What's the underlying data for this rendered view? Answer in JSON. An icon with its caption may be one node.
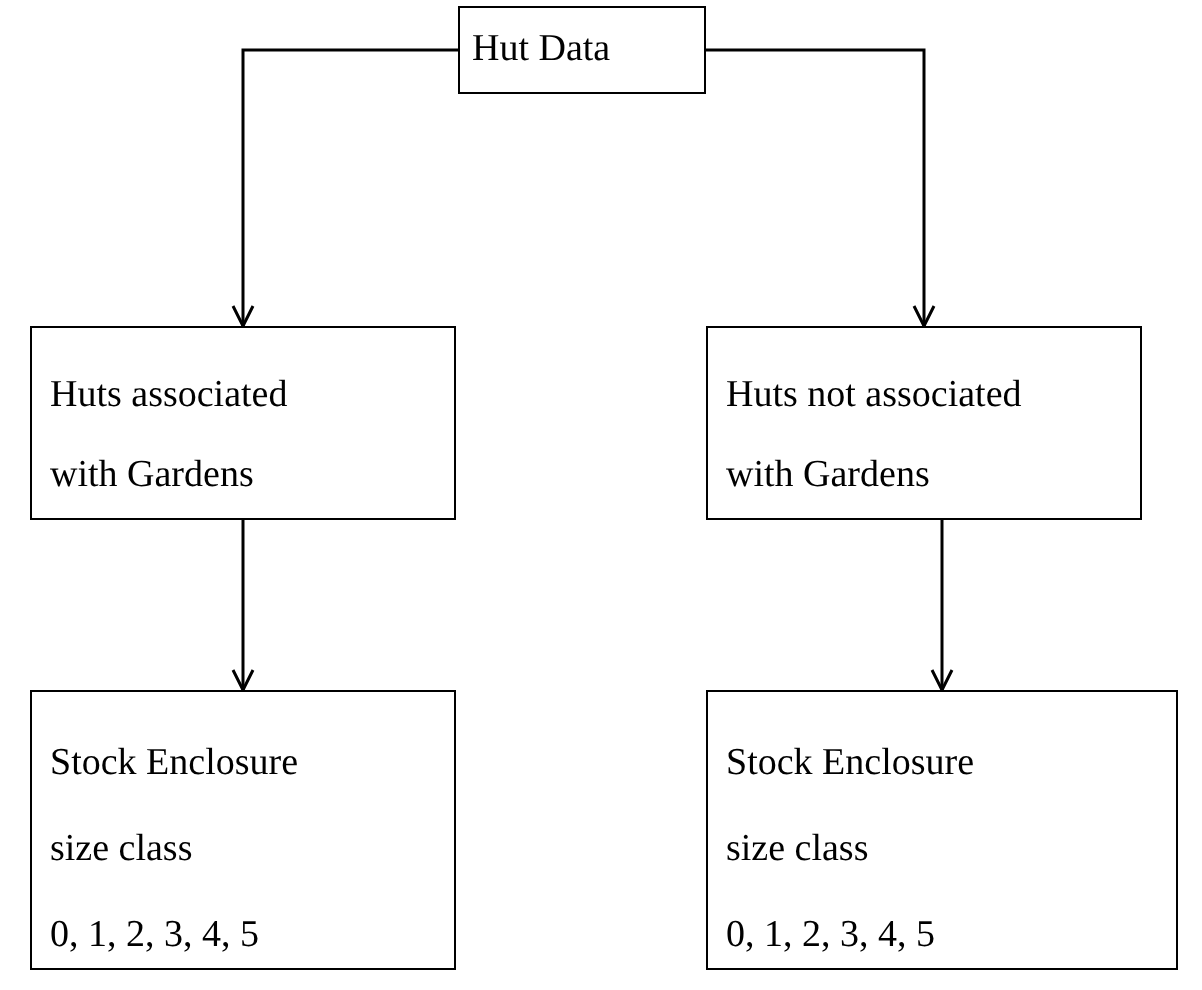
{
  "diagram": {
    "nodes": [
      {
        "text": [
          "Hut Data"
        ]
      },
      {
        "text": [
          "Huts associated with Gardens"
        ]
      },
      {
        "text": [
          "Huts not associated with Gardens"
        ]
      },
      {
        "text": [
          "Stock Enclosure size class",
          "0, 1, 2, 3, 4, 5"
        ]
      },
      {
        "text": [
          "Stock Enclosure size class",
          "0, 1, 2, 3, 4, 5"
        ]
      }
    ],
    "edges": [
      {
        "from": 0,
        "to": 1,
        "arrow": "to"
      },
      {
        "from": 0,
        "to": 2,
        "arrow": "to"
      },
      {
        "from": 1,
        "to": 3,
        "arrow": "to"
      },
      {
        "from": 2,
        "to": 4,
        "arrow": "to"
      }
    ]
  }
}
